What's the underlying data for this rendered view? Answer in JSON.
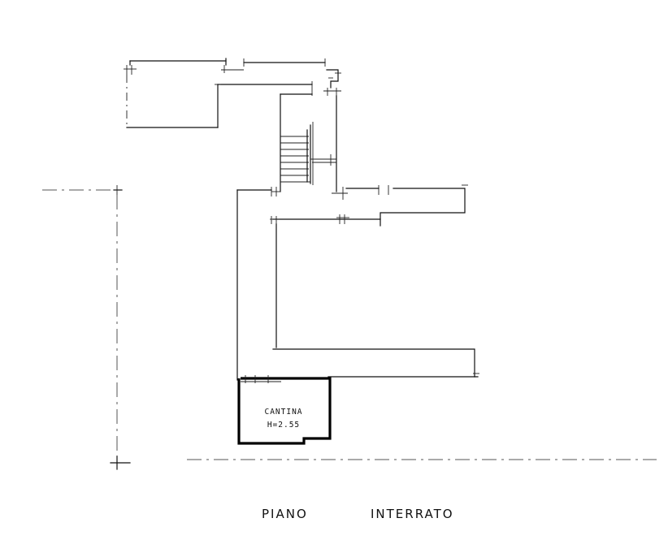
{
  "plan": {
    "room": {
      "name": "CANTINA",
      "area": "H=2.55"
    },
    "title": {
      "word1": "PIANO",
      "word2": "INTERRATO"
    }
  }
}
